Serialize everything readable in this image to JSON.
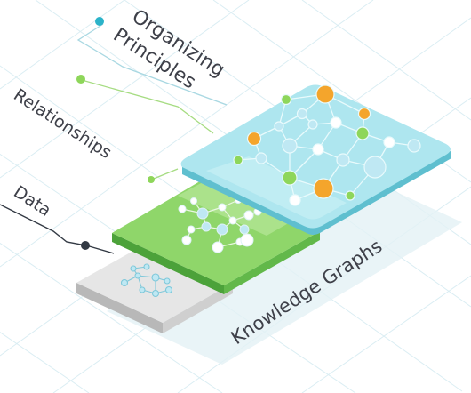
{
  "labels": {
    "organizing_line1": "Organizing",
    "organizing_line2": "Principles",
    "relationships": "Relationships",
    "data": "Data",
    "knowledge_graphs": "Knowledge Graphs"
  },
  "colors": {
    "grid": "#d7ecf2",
    "top_layer": "#aee6ef",
    "top_layer_edge": "#5fbfcf",
    "mid_layer": "#8fd66a",
    "mid_layer_edge": "#4ca23a",
    "bottom_layer": "#e6e6e6",
    "bottom_layer_edge": "#b8b8b8",
    "node_blue": "#bfe8f3",
    "node_orange": "#f4a52c",
    "node_green": "#8ed65a",
    "node_white": "#ffffff",
    "text": "#3e4049",
    "callout_blue": "#2bb3c9",
    "callout_green": "#8ed65a",
    "callout_dark": "#333a44"
  }
}
